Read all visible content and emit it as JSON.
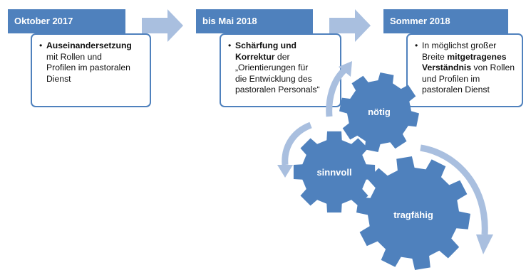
{
  "stages": [
    {
      "title": "Oktober 2017",
      "lines": [
        [
          {
            "t": "Auseinandersetzung",
            "b": true
          }
        ],
        [
          {
            "t": "mit Rollen und",
            "b": false
          }
        ],
        [
          {
            "t": "Profilen im pastoralen",
            "b": false
          }
        ],
        [
          {
            "t": "Dienst",
            "b": false
          }
        ]
      ]
    },
    {
      "title": "bis Mai 2018",
      "lines": [
        [
          {
            "t": "Schärfung und",
            "b": true
          }
        ],
        [
          {
            "t": "Korrektur",
            "b": true
          },
          {
            "t": " der",
            "b": false
          }
        ],
        [
          {
            "t": "„Orientierungen für",
            "b": false
          }
        ],
        [
          {
            "t": "die Entwicklung des",
            "b": false
          }
        ],
        [
          {
            "t": "pastoralen Personals“",
            "b": false
          }
        ]
      ]
    },
    {
      "title": "Sommer 2018",
      "lines": [
        [
          {
            "t": "In möglichst großer",
            "b": false
          }
        ],
        [
          {
            "t": "Breite ",
            "b": false
          },
          {
            "t": "mitgetragenes",
            "b": true
          }
        ],
        [
          {
            "t": "Verständnis",
            "b": true
          },
          {
            "t": " von Rollen",
            "b": false
          }
        ],
        [
          {
            "t": "und Profilen im",
            "b": false
          }
        ],
        [
          {
            "t": "pastoralen Dienst",
            "b": false
          }
        ]
      ]
    }
  ],
  "bullet": "•",
  "gears": {
    "top": "nötig",
    "left": "sinnvoll",
    "bottom": "tragfähig"
  },
  "colors": {
    "header": "#4f81bd",
    "gear": "#4f81bd",
    "arrow": "#a9bfdf"
  }
}
